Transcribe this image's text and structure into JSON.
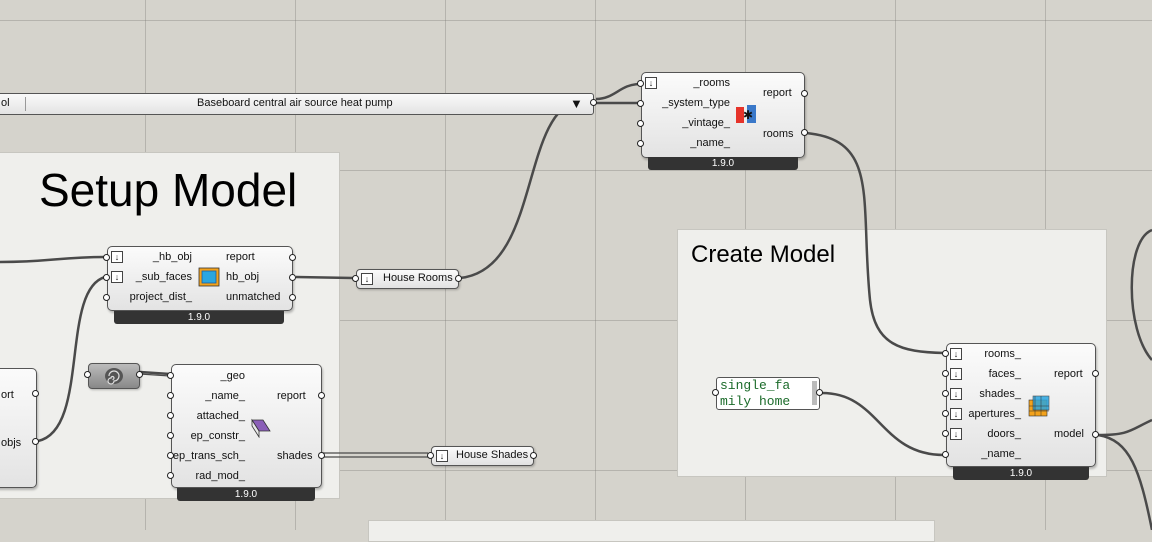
{
  "groups": {
    "setup_title": "Setup Model",
    "create_title": "Create Model"
  },
  "dropdown": {
    "left_text": "ol",
    "value": "Baseboard central air source heat pump",
    "arrow": "▼"
  },
  "hvac_component": {
    "inputs": [
      "_rooms",
      "_system_type",
      "_vintage_",
      "_name_"
    ],
    "outputs": [
      "report",
      "rooms"
    ],
    "version": "1.9.0",
    "icon": "hvac-icon"
  },
  "subfaces_component": {
    "inputs": [
      "_hb_obj",
      "_sub_faces",
      "project_dist_"
    ],
    "outputs": [
      "report",
      "hb_obj",
      "unmatched"
    ],
    "version": "1.9.0",
    "icon": "subface-icon"
  },
  "shade_component": {
    "inputs": [
      "_geo",
      "_name_",
      "attached_",
      "ep_constr_",
      "ep_trans_sch_",
      "rad_mod_"
    ],
    "outputs": [
      "report",
      "shades"
    ],
    "version": "1.9.0",
    "icon": "shade-icon"
  },
  "model_component": {
    "inputs": [
      "rooms_",
      "faces_",
      "shades_",
      "apertures_",
      "doors_",
      "_name_"
    ],
    "outputs": [
      "report",
      "model"
    ],
    "version": "1.9.0",
    "icon": "model-icon"
  },
  "left_partial_component": {
    "outputs": [
      "ort",
      "objs"
    ]
  },
  "relays": {
    "house_rooms": "House Rooms",
    "house_shades": "House Shades"
  },
  "panel": {
    "line1": "single_fa",
    "line2": "mily home"
  },
  "colors": {
    "canvas": "#d5d3cc",
    "group": "#efefec",
    "wire": "#4a4a4a"
  }
}
